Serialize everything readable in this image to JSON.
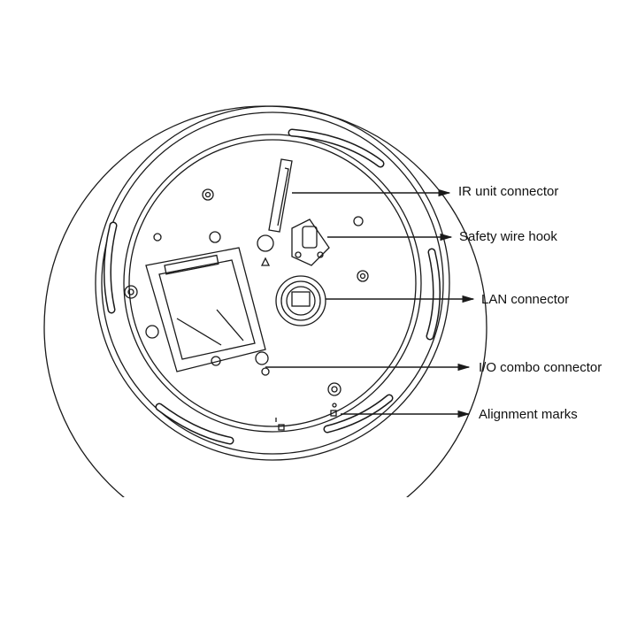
{
  "diagram": {
    "labels": {
      "ir_unit_connector": "IR unit connector",
      "safety_wire_hook": "Safety wire hook",
      "lan_connector": "LAN connector",
      "io_combo_connector": "I/O combo connector",
      "alignment_marks": "Alignment marks"
    },
    "line_color": "#1a1a1a"
  }
}
